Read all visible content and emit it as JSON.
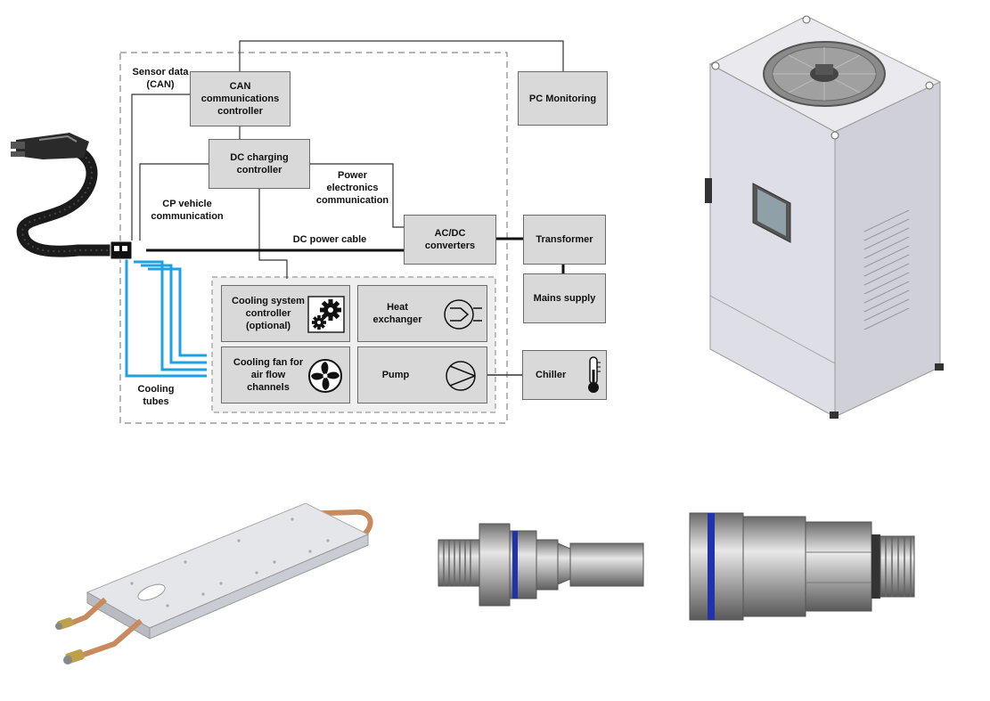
{
  "diagram": {
    "labels": {
      "sensor_data": "Sensor data\n(CAN)",
      "cp_vehicle": "CP vehicle\ncommunication",
      "power_electronics": "Power\nelectronics\ncommunication",
      "dc_power_cable": "DC power cable",
      "cooling_tubes": "Cooling\ntubes"
    },
    "boxes": {
      "can_controller": "CAN\ncommunications\ncontroller",
      "pc_monitoring": "PC Monitoring",
      "dc_charging_controller": "DC charging\ncontroller",
      "acdc_converters": "AC/DC\nconverters",
      "transformer": "Transformer",
      "mains_supply": "Mains supply",
      "cooling_system_controller": "Cooling system\ncontroller\n(optional)",
      "heat_exchanger": "Heat\nexchanger",
      "cooling_fan": "Cooling fan for\nair flow\nchannels",
      "pump": "Pump",
      "chiller": "Chiller"
    },
    "icons": [
      "gears-icon",
      "heat-exchanger-icon",
      "fan-icon",
      "pump-icon",
      "thermometer-icon",
      "charging-connector-icon"
    ]
  },
  "illustrations": [
    "chiller-cabinet-illustration",
    "cold-plate-illustration",
    "coupling-plug-illustration",
    "coupling-socket-illustration"
  ],
  "colors": {
    "box_fill": "#d9d9d9",
    "box_border": "#6b6b6b",
    "cooling_tube": "#1ea1e0",
    "dash": "#888888",
    "coupling_ring": "#2233aa"
  }
}
